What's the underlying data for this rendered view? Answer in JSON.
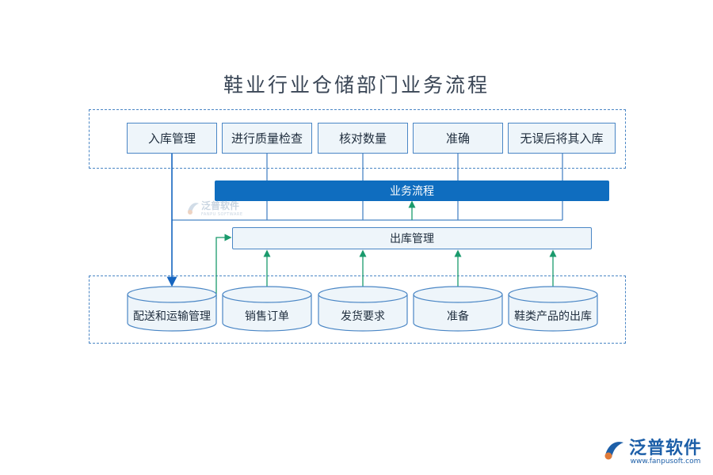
{
  "title": "鞋业行业仓储部门业务流程",
  "top_steps": [
    "入库管理",
    "进行质量检查",
    "核对数量",
    "准确",
    "无误后将其入库"
  ],
  "center_bar": "业务流程",
  "outbound_bar": "出库管理",
  "bottom_items": [
    "配送和运输管理",
    "销售订单",
    "发货要求",
    "准备",
    "鞋类产品的出库"
  ],
  "watermark": {
    "name": "泛普软件",
    "sub": "FANPU SOFTWARE"
  },
  "logo": {
    "name": "泛普软件",
    "url": "www.fanpusoft.com"
  },
  "colors": {
    "accent": "#0f6dbf",
    "line_blue": "#4a86c5",
    "line_green": "#1a9a6c",
    "box_fill": "#eef5fa"
  }
}
